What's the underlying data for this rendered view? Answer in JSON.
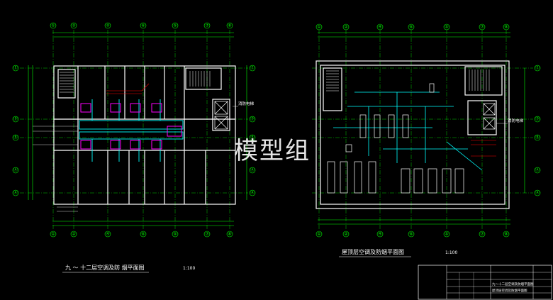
{
  "plan_left": {
    "title": "九 ～ 十二层空调及防 烟平面图",
    "scale": "1:100",
    "axis_top": [
      "①",
      "②",
      "④",
      "⑥",
      "⑤",
      "⑦",
      "⑧"
    ],
    "axis_bottom": [
      "①",
      "②",
      "④",
      "⑥",
      "⑤",
      "⑦",
      "⑧"
    ],
    "axis_left": [
      "Ⓔ",
      "Ⓓ",
      "Ⓑ",
      "Ⓐ",
      "Ⓐ"
    ],
    "axis_right": [
      "Ⓔ",
      "Ⓓ",
      "Ⓑ",
      "Ⓐ",
      "Ⓐ"
    ],
    "label_fire_elevator": "消防电梯"
  },
  "plan_right": {
    "title": "屋顶层空调及防烟平面图",
    "scale": "1:100",
    "axis_top": [
      "①",
      "②",
      "④",
      "⑥",
      "⑤",
      "⑦",
      "⑧"
    ],
    "axis_bottom": [
      "①",
      "②",
      "④",
      "⑥",
      "⑤",
      "⑦",
      "⑧"
    ],
    "axis_right": [
      "Ⓔ",
      "Ⓓ",
      "Ⓑ",
      "Ⓐ",
      "Ⓐ"
    ],
    "label_fire_elevator": "消防电梯"
  },
  "watermark": "模型组",
  "title_block": {
    "row1": "九～十二层空调及防烟平面图",
    "row2": "屋顶层空调及防烟平面图"
  },
  "colors": {
    "background": "#000000",
    "walls": "#ffffff",
    "axis": "#00ff00",
    "ducts": "#00ffff",
    "equipment": "#ff00ff",
    "annotations": "#ff0000",
    "frames": "#ffff00"
  }
}
